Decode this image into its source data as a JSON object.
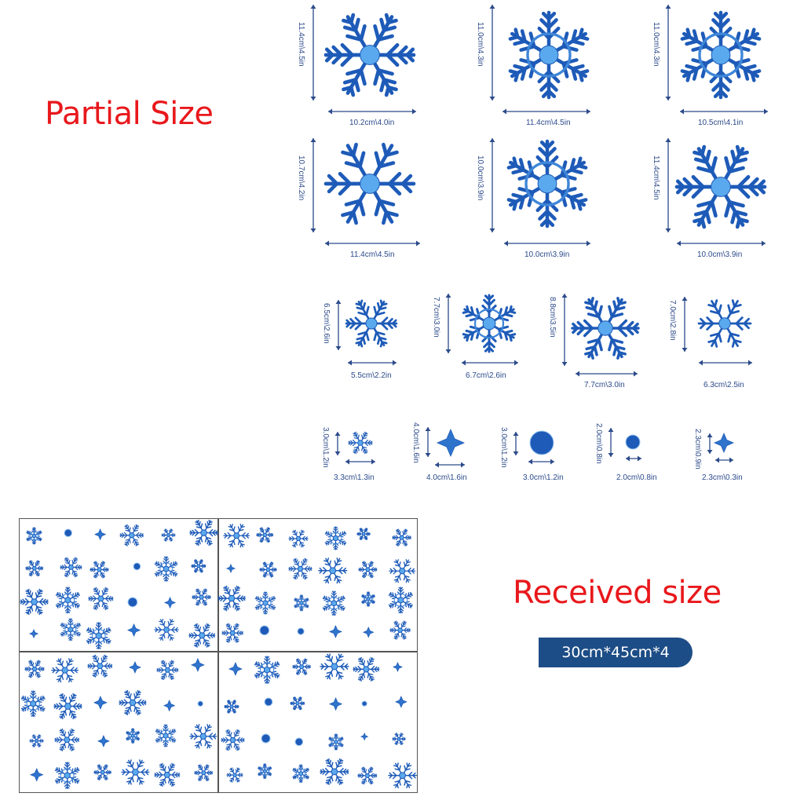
{
  "titles": {
    "partial": "Partial Size",
    "received": "Received size"
  },
  "badge": "30cm*45cm*4",
  "colors": {
    "title": "#e8181c",
    "dimension_text": "#2b4a8a",
    "snowflake": "#1e5bb8",
    "badge_background": "#1d4d86"
  },
  "large_flakes": [
    {
      "height": "11.4cm\\4.5in",
      "width": "10.2cm\\4.0in"
    },
    {
      "height": "11.0cm\\4.3in",
      "width": "11.4cm\\4.5in"
    },
    {
      "height": "11.0cm\\4.3in",
      "width": "10.5cm\\4.1in"
    },
    {
      "height": "10.7cm\\4.2in",
      "width": "11.4cm\\4.5in"
    },
    {
      "height": "10.0cm\\3.9in",
      "width": "10.0cm\\3.9in"
    },
    {
      "height": "11.4cm\\4.5in",
      "width": "10.0cm\\3.9in"
    }
  ],
  "medium_flakes": [
    {
      "height": "6.5cm\\2.6in",
      "width": "5.5cm\\2.2in"
    },
    {
      "height": "7.7cm\\3.0in",
      "width": "6.7cm\\2.6in"
    },
    {
      "height": "8.8cm\\3.5in",
      "width": "7.7cm\\3.0in"
    },
    {
      "height": "7.0cm\\2.8in",
      "width": "6.3cm\\2.5in"
    }
  ],
  "small_flakes": [
    {
      "height": "3.0cm\\1.2in",
      "width": "3.3cm\\1.3in"
    },
    {
      "height": "4.0cm\\1.6in",
      "width": "4.0cm\\1.6in"
    },
    {
      "height": "3.0cm\\1.2in",
      "width": "3.0cm\\1.2in"
    },
    {
      "height": "2.0cm\\0.8in",
      "width": "2.0cm\\0.8in"
    },
    {
      "height": "2.3cm\\0.9in",
      "width": "2.3cm\\0.3in"
    }
  ]
}
